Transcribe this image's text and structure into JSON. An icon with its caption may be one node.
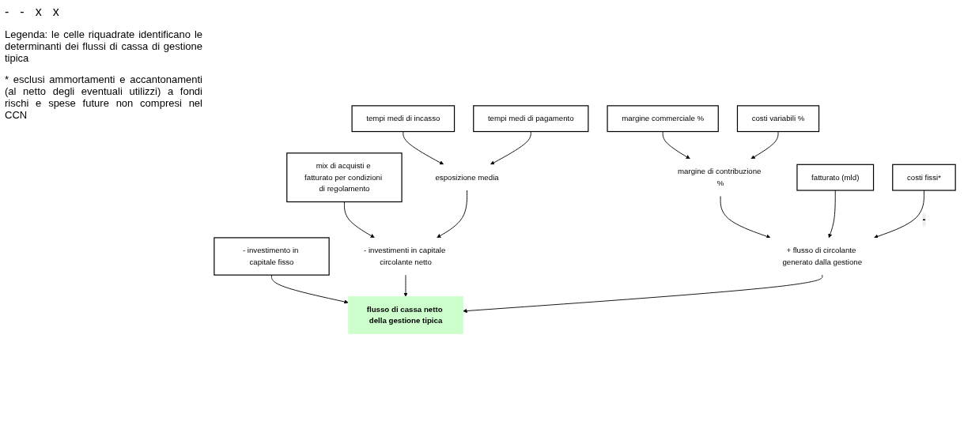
{
  "diagram": {
    "nodes": [
      {
        "text": [
          "tempi medi di incasso"
        ]
      },
      {
        "text": [
          "tempi medi di pagamento"
        ]
      },
      {
        "text": [
          "margine commerciale %"
        ]
      },
      {
        "text": [
          "costi variabili %"
        ]
      },
      {
        "text": [
          "mix di acquisti e fatturato per condizioni di regolamento"
        ]
      },
      {
        "text": [
          "esposizione media"
        ]
      },
      {
        "text": [
          "margine di contribuzione %"
        ]
      },
      {
        "text": [
          "fatturato (mld)"
        ]
      },
      {
        "text": [
          "- investimento in capitale fisso"
        ]
      },
      {
        "text": [
          "- investimenti in capitale circolante netto"
        ]
      },
      {
        "text": [
          "+ flusso di circolante generato dalla gestione"
        ]
      },
      {
        "text": [
          "costi fissi*"
        ]
      },
      {
        "text": [
          "flusso di cassa netto della gestione tipica"
        ]
      }
    ],
    "edges": [
      {
        "from": 0,
        "to": 5,
        "arrow": "to"
      },
      {
        "from": 1,
        "to": 5,
        "arrow": "to"
      },
      {
        "from": 2,
        "to": 6,
        "arrow": "to"
      },
      {
        "from": 3,
        "to": 6,
        "arrow": "to"
      },
      {
        "from": 4,
        "to": 9,
        "arrow": "to"
      },
      {
        "from": 5,
        "to": 9,
        "arrow": "to"
      },
      {
        "from": 6,
        "to": 10,
        "arrow": "to"
      },
      {
        "from": 7,
        "to": 10,
        "arrow": "to"
      },
      {
        "from": 11,
        "to": 10,
        "arrow": "to",
        "label": "-"
      },
      {
        "from": 8,
        "to": 12,
        "arrow": "to"
      },
      {
        "from": 9,
        "to": 12,
        "arrow": "to"
      },
      {
        "from": 10,
        "to": 12,
        "arrow": "to"
      }
    ],
    "labels": [
      "-",
      "-",
      "x",
      "x",
      "Legenda: le celle riquadrate identificano le determinanti dei flussi di cassa di gestione tipica",
      "* esclusi ammortamenti e accantonamenti (al netto degli eventuali utilizzi) a fondi rischi e spese future non compresi nel CCN"
    ]
  }
}
